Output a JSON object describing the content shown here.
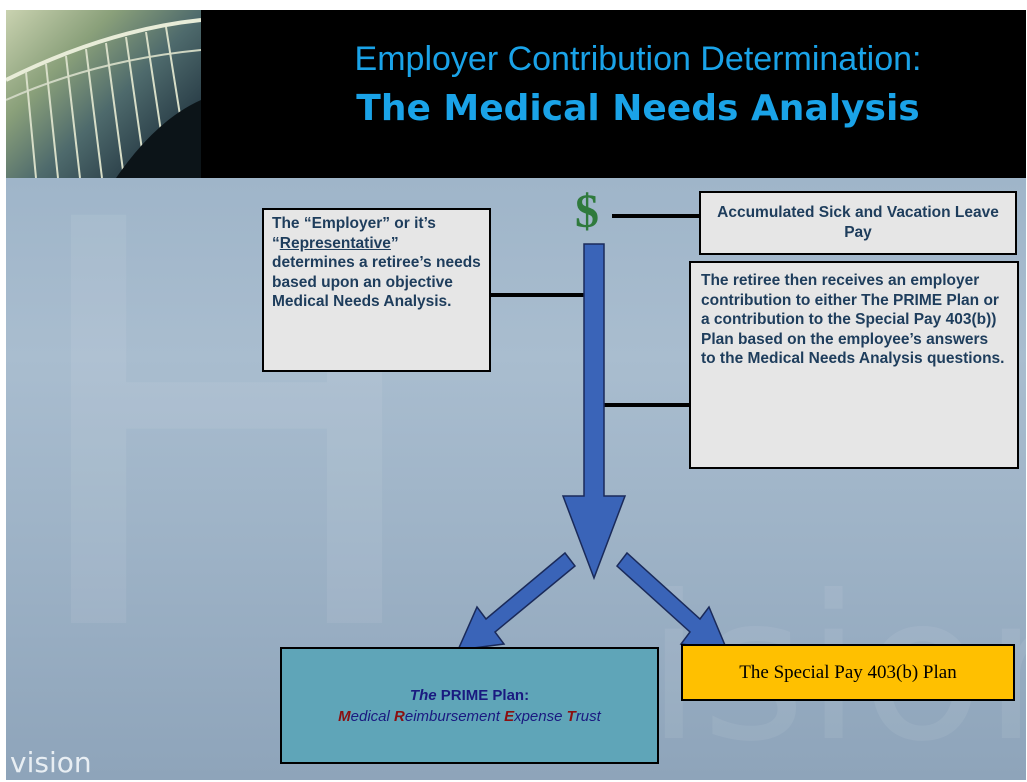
{
  "header": {
    "title_line1": "Employer Contribution Determination:",
    "title_line2": "The Medical Needs Analysis"
  },
  "symbol": "$",
  "boxes": {
    "left": {
      "line1_pre": "The “Employer” or it’s",
      "line2_q1": "“",
      "line2_underlined": "Representative",
      "line2_q2": "”",
      "rest": "determines a retiree’s needs based upon an objective Medical Needs Analysis."
    },
    "sick": "Accumulated Sick and Vacation Leave Pay",
    "retiree": "The retiree then receives an employer contribution to either The PRIME Plan or a contribution to the Special Pay 403(b)) Plan based on the employee’s answers to the Medical Needs Analysis questions.",
    "prime": {
      "the": "The",
      "title": " PRIME Plan:",
      "m": "M",
      "m_rest": "edical ",
      "r": "R",
      "r_rest": "eimbursement ",
      "e": "E",
      "e_rest": "xpense ",
      "t": "T",
      "t_rest": "rust"
    },
    "special": "The Special Pay 403(b) Plan"
  },
  "footer": "vision",
  "colors": {
    "title": "#1aa3e8",
    "arrow": "#3a64b8",
    "box_gray": "#e6e6e6",
    "prime_box": "#5fa5b8",
    "special_box": "#ffc000",
    "dollar": "#2f7a3c"
  }
}
